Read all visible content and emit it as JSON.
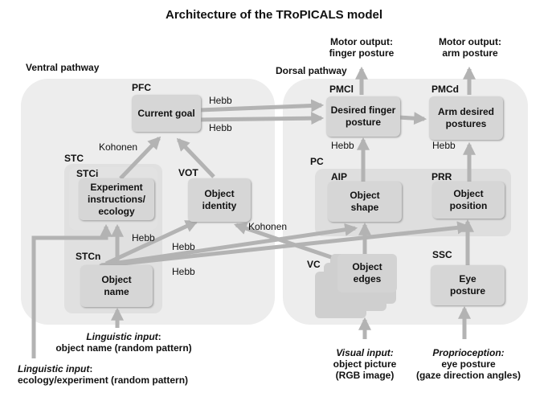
{
  "title": "Architecture of the TRoPICALS model",
  "pathways": {
    "ventral": "Ventral pathway",
    "dorsal": "Dorsal pathway"
  },
  "areas": {
    "pfc": "PFC",
    "stc": "STC",
    "stci": "STCi",
    "stcn": "STCn",
    "vot": "VOT",
    "pmcl": "PMCl",
    "pmcd": "PMCd",
    "pc": "PC",
    "aip": "AIP",
    "prr": "PRR",
    "vc": "VC",
    "ssc": "SSC"
  },
  "boxes": {
    "current_goal": "Current goal",
    "experiment_1": "Experiment",
    "experiment_2": "instructions/",
    "experiment_3": "ecology",
    "object_identity_1": "Object",
    "object_identity_2": "identity",
    "object_name_1": "Object",
    "object_name_2": "name",
    "desired_finger_1": "Desired finger",
    "desired_finger_2": "posture",
    "arm_desired_1": "Arm desired",
    "arm_desired_2": "postures",
    "object_shape_1": "Object",
    "object_shape_2": "shape",
    "object_position_1": "Object",
    "object_position_2": "position",
    "object_edges_1": "Object",
    "object_edges_2": "edges",
    "eye_posture_1": "Eye",
    "eye_posture_2": "posture"
  },
  "connections": {
    "hebb_pfc_top": "Hebb",
    "hebb_pfc_bottom": "Hebb",
    "kohonen_stc": "Kohonen",
    "kohonen_vc": "Kohonen",
    "hebb_stci": "Hebb",
    "hebb_stcn_1": "Hebb",
    "hebb_stcn_2": "Hebb",
    "hebb_pmcl": "Hebb",
    "hebb_pmcd": "Hebb"
  },
  "outputs": {
    "motor_finger_1": "Motor output:",
    "motor_finger_2": "finger posture",
    "motor_arm_1": "Motor output:",
    "motor_arm_2": "arm posture"
  },
  "inputs": {
    "linguistic_name_label": "Linguistic input",
    "linguistic_name_colon": ":",
    "linguistic_name_text": "object name (random pattern)",
    "linguistic_eco_label": "Linguistic input",
    "linguistic_eco_colon": ":",
    "linguistic_eco_text": "ecology/experiment (random pattern)",
    "visual_label": "Visual input:",
    "visual_1": "object picture",
    "visual_2": "(RGB image)",
    "proprio_label": "Proprioception:",
    "proprio_1": "eye posture",
    "proprio_2": "(gaze direction angles)"
  }
}
